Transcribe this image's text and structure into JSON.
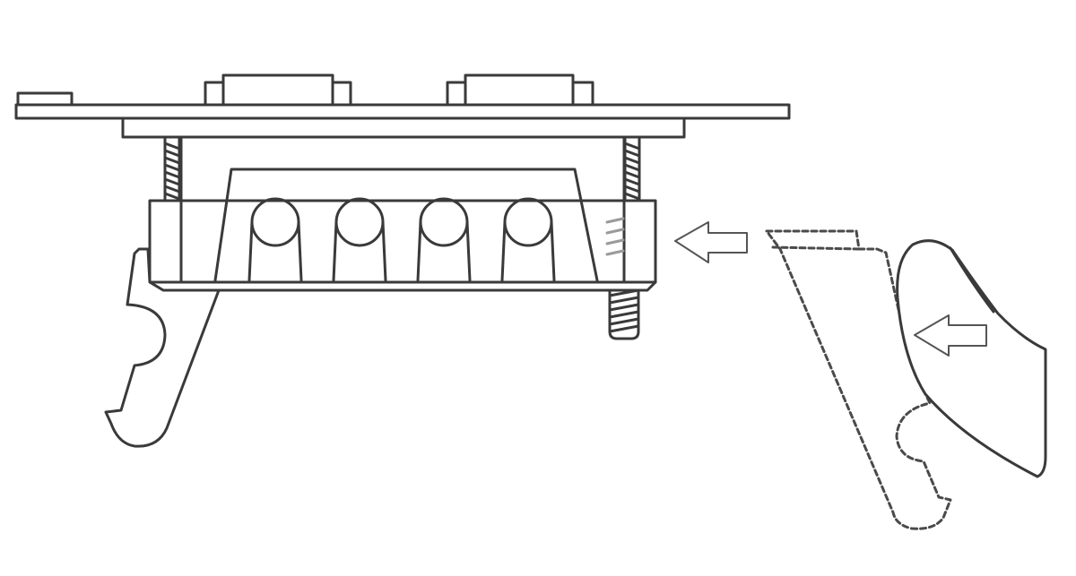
{
  "diagram": {
    "colors": {
      "line": "#3a3a3a",
      "dashed": "#4a4a4a",
      "hint": "#9a9a9a",
      "arrow": "#555555",
      "background": "#ffffff"
    },
    "parts": {
      "circuit_board": "circuit-board",
      "connectors": [
        "connector",
        "connector"
      ],
      "bracket": "mounting-bracket",
      "springs": [
        "spring",
        "spring"
      ],
      "keys": [
        "key-slot",
        "key-slot",
        "key-slot",
        "key-slot"
      ],
      "clip": "latch-clip",
      "screw": "screw",
      "ghost_clip": "latch-clip-dashed",
      "hand": "finger-icon"
    },
    "arrows": [
      "insert-arrow-icon",
      "push-arrow-icon"
    ]
  }
}
